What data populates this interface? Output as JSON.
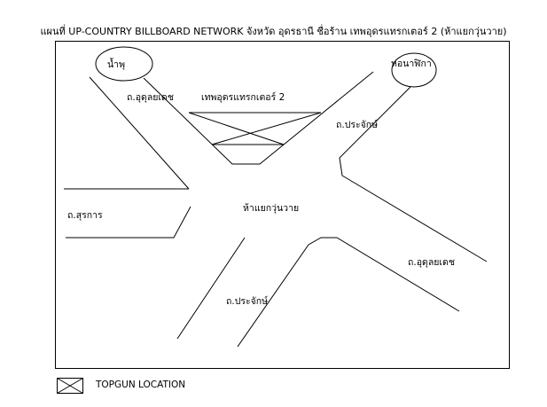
{
  "title": "แผนที่ UP-COUNTRY BILLBOARD NETWORK จังหวัด อุดรธานี ชื่อร้าน เทพอุดรแทรกเตอร์ 2 (ห้าแยกวุ่นวาย)",
  "labels": {
    "landmark_left": "น้ำพุ",
    "landmark_right": "หอนาฬิกา",
    "road_udondutsadi_top": "ถ.อุดุลยเดช",
    "shop_name": "เทพอุดรแทรกเตอร์ 2",
    "road_prajak_top": "ถ.ประจักษ์",
    "road_surakarn": "ถ.สุรการ",
    "intersection": "ห้าแยกวุ่นวาย",
    "road_udondutsadi_bottom": "ถ.อุดุลยเดช",
    "road_prajak_bottom": "ถ.ประจักษ์"
  },
  "legend": {
    "label": "TOPGUN LOCATION",
    "icon": "crossed-box-icon"
  }
}
